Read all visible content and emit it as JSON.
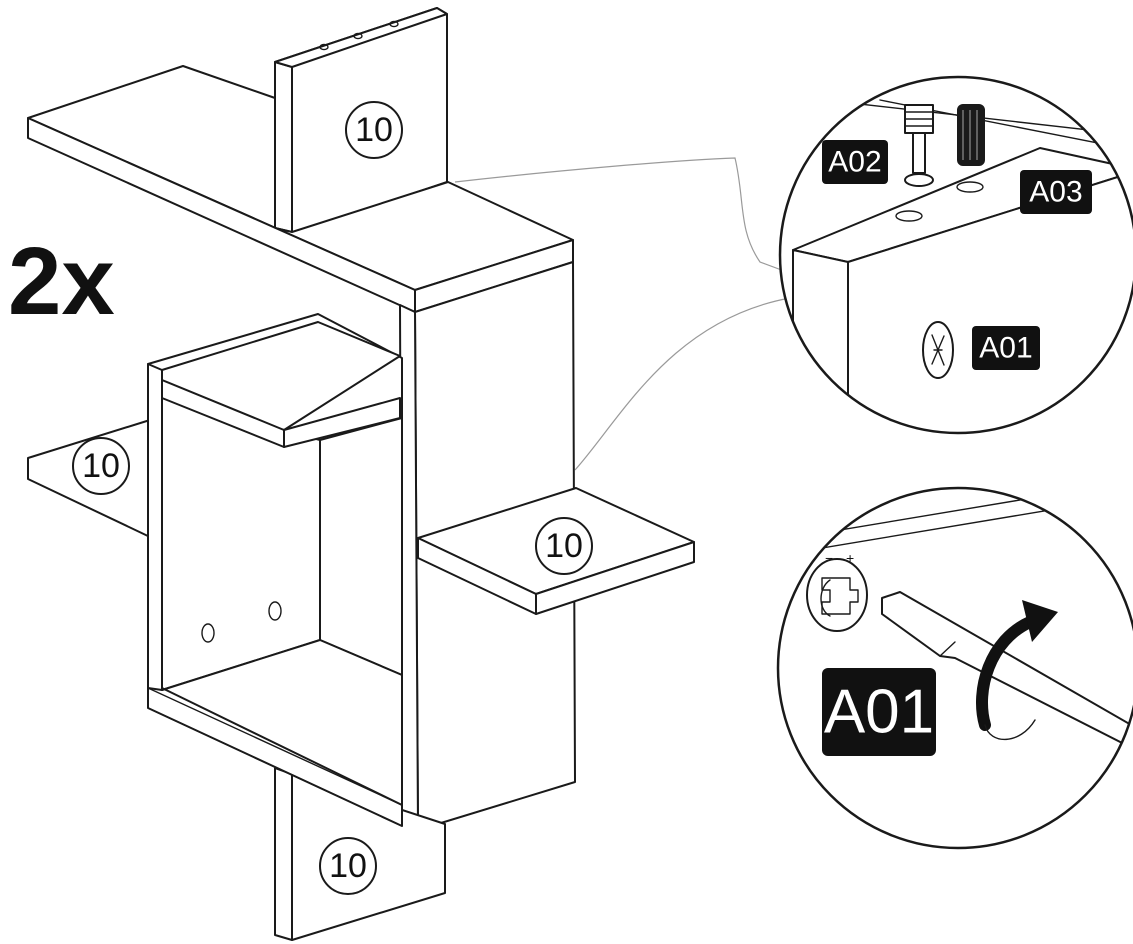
{
  "quantity_label": "2x",
  "part_numbers": {
    "top_vertical": "10",
    "left_shelf": "10",
    "right_shelf": "10",
    "bottom_vertical": "10"
  },
  "detail_top": {
    "tag_a02": "A02",
    "tag_a03": "A03",
    "tag_a01": "A01"
  },
  "detail_bottom": {
    "tag_a01": "A01",
    "screw_minus": "−",
    "screw_plus": "+"
  },
  "colors": {
    "line": "#1a1a1a",
    "fill": "#ffffff",
    "tag_background": "#111111",
    "leader_line": "#9a9a9a"
  }
}
